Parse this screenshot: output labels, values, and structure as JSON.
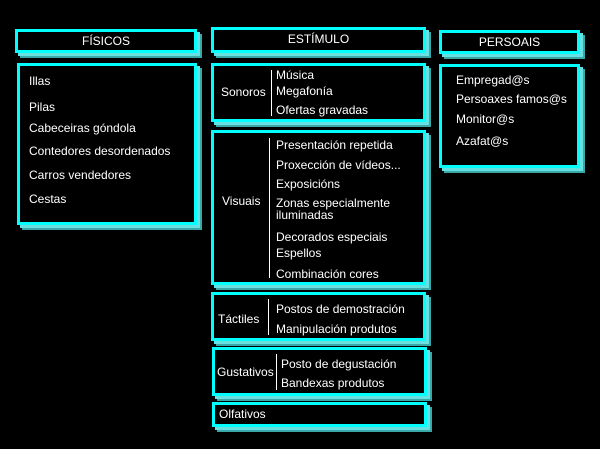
{
  "headers": {
    "fisicos": "FÍSICOS",
    "estimulo": "ESTÍMULO",
    "persoais": "PERSOAIS"
  },
  "fisicos": [
    "Illas",
    "Pilas",
    "Cabeceiras góndola",
    "Contedores desordenados",
    "Carros vendedores",
    "Cestas"
  ],
  "persoais": [
    "Empregad@s",
    "Persoaxes famos@s",
    "Monitor@s",
    "Azafat@s"
  ],
  "estimulo": {
    "sonoros": {
      "label": "Sonoros",
      "items": [
        "Música",
        "Megafonía",
        "Ofertas gravadas"
      ]
    },
    "visuais": {
      "label": "Visuais",
      "items": [
        "Presentación repetida",
        "Proxección de vídeos...",
        "Exposicións",
        "Zonas especialmente",
        "iluminadas",
        "Decorados especiais",
        "Espellos",
        "Combinación cores"
      ]
    },
    "tactiles": {
      "label": "Táctiles",
      "items": [
        "Postos de  demostración",
        "Manipulación produtos"
      ]
    },
    "gustativos": {
      "label": "Gustativos",
      "items": [
        "Posto de degustación",
        "Bandexas produtos"
      ]
    },
    "olfativos": {
      "label": "Olfativos"
    }
  },
  "colors": {
    "background": "#000000",
    "border": "#00ffff",
    "text": "#ffffff"
  }
}
